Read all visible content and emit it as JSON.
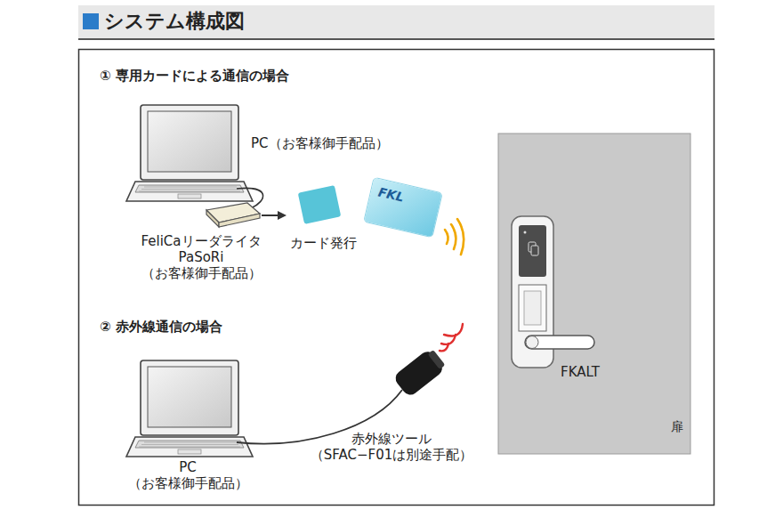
{
  "diagram": {
    "title": "システム構成図",
    "nodes": [
      {
        "text": [
          "扉"
        ]
      },
      {
        "text": [
          "FKALT"
        ],
        "in": 0
      },
      {
        "text": [
          "FKL"
        ]
      }
    ],
    "labels": [
      "① 専用カードによる通信の場合",
      "PC（お客様御手配品）",
      "FeliCaリーダライタ PaSoRi （お客様御手配品）",
      "カード発行",
      "② 赤外線通信の場合",
      "PC （お客様御手配品）",
      "赤外線ツール （SFAC−F01は別途手配）"
    ]
  }
}
